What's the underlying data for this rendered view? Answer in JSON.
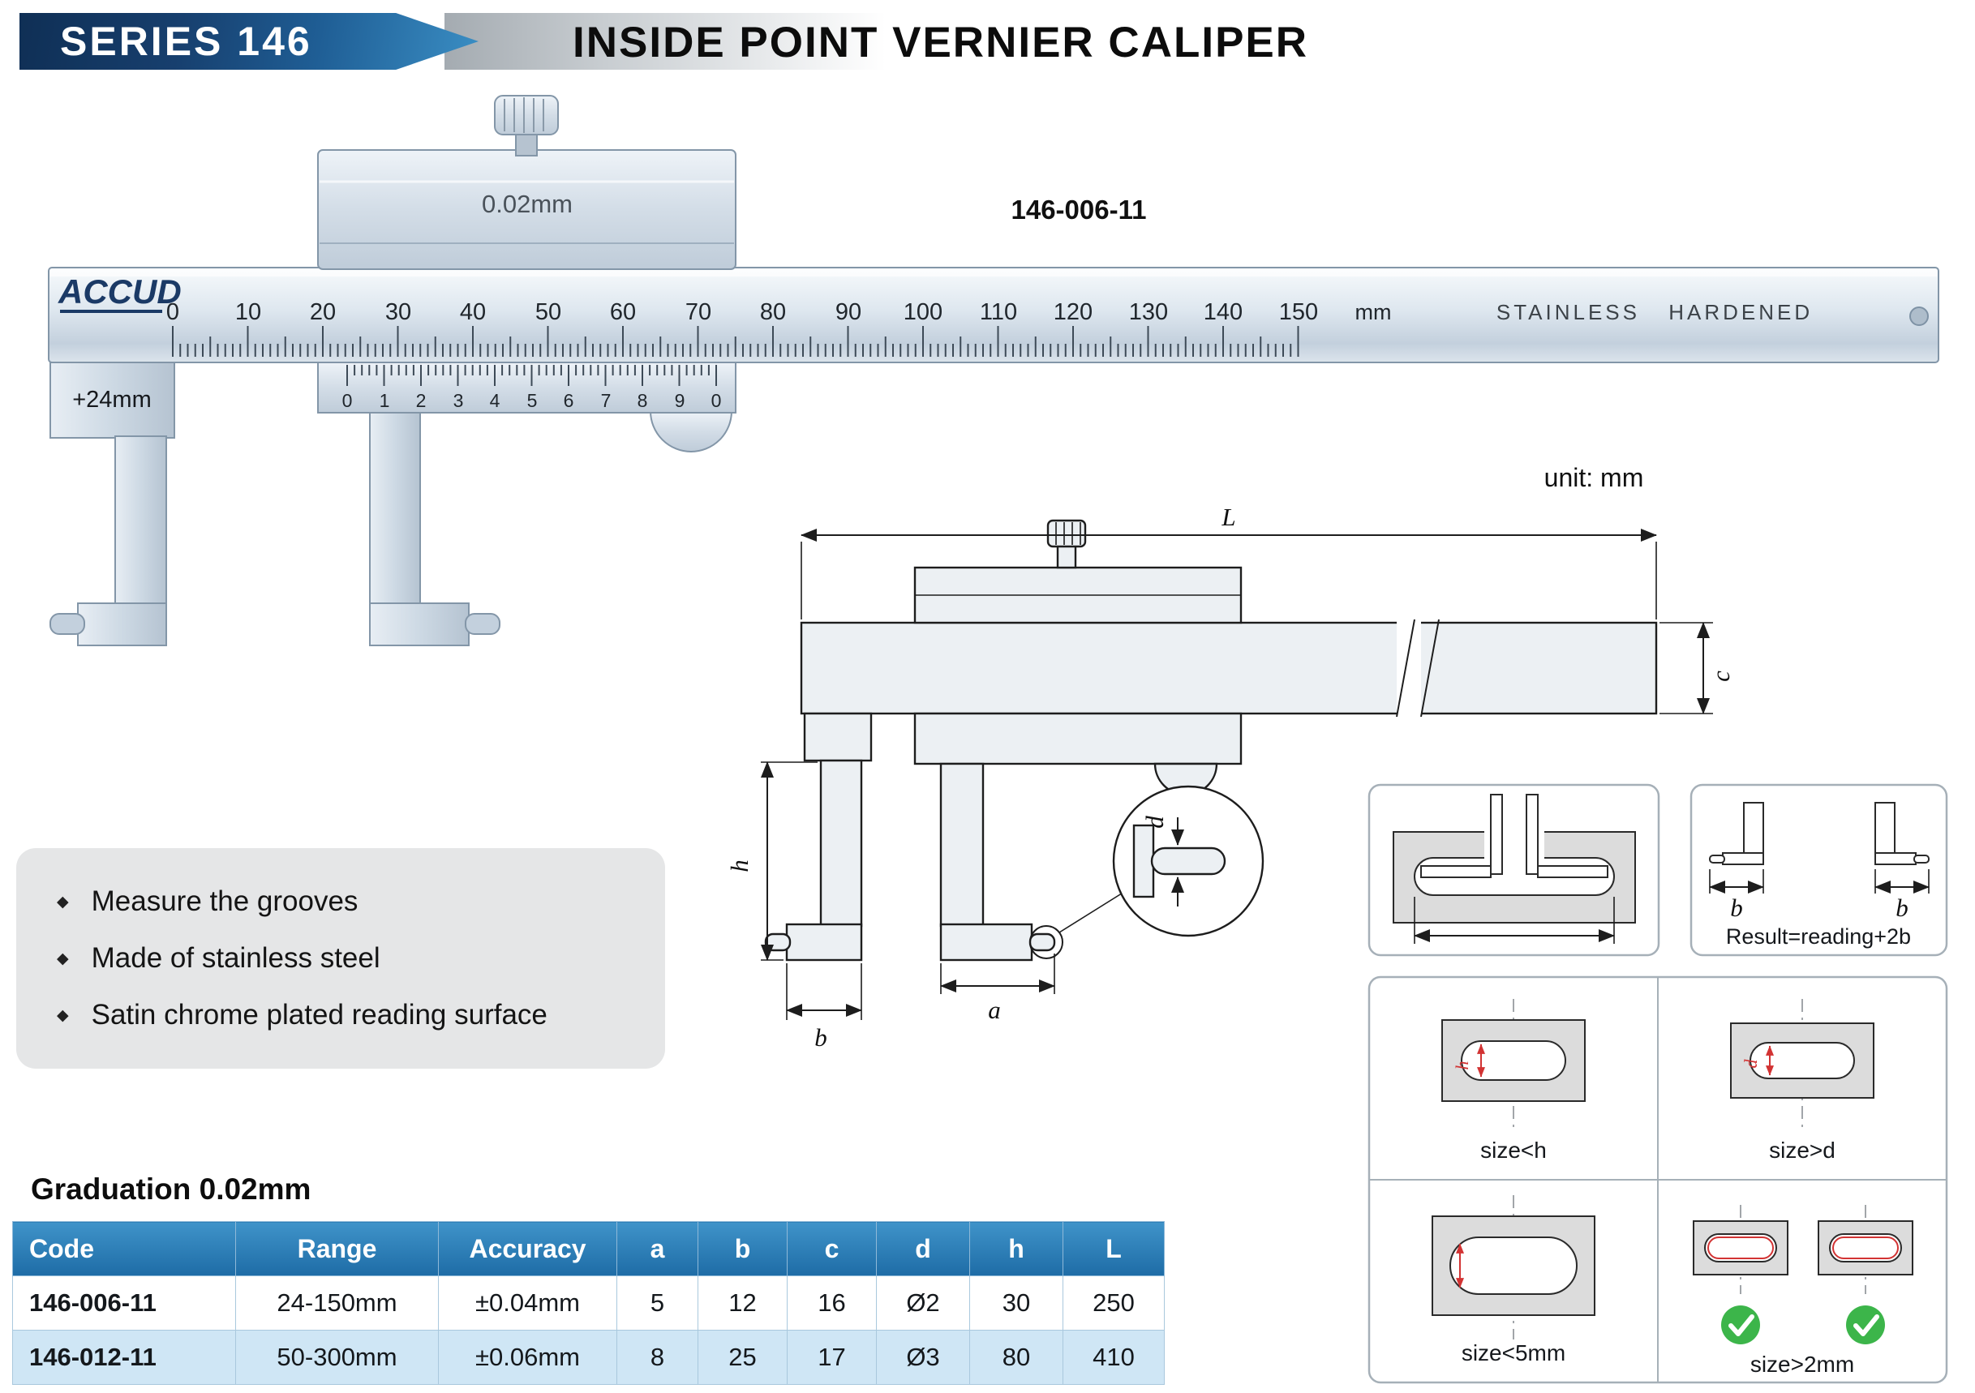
{
  "header": {
    "series": "SERIES 146",
    "title": "INSIDE POINT VERNIER CALIPER"
  },
  "caliper": {
    "model": "146-006-11",
    "graduation": "0.02mm",
    "brand": "ACCUD",
    "jaw_offset": "+24mm",
    "unit": "mm",
    "finish": "STAINLESS HARDENED",
    "main_scale": [
      "0",
      "10",
      "20",
      "30",
      "40",
      "50",
      "60",
      "70",
      "80",
      "90",
      "100",
      "110",
      "120",
      "130",
      "140",
      "150"
    ],
    "vernier_scale": [
      "0",
      "1",
      "2",
      "3",
      "4",
      "5",
      "6",
      "7",
      "8",
      "9",
      "0"
    ]
  },
  "drawing": {
    "unit_note": "unit: mm",
    "dim_L": "L",
    "dim_c": "c",
    "dim_h": "h",
    "dim_a": "a",
    "dim_b": "b",
    "dim_d": "d"
  },
  "usage": {
    "result_note": "Result=reading+2b",
    "b_left": "b",
    "b_right": "b",
    "size_h": "size<h",
    "size_d": "size>d",
    "size_5": "size<5mm",
    "size_2": "size>2mm"
  },
  "features": {
    "bullet": "◆",
    "items": [
      "Measure the grooves",
      "Made of stainless steel",
      "Satin chrome plated reading surface"
    ]
  },
  "spec": {
    "graduation_heading": "Graduation 0.02mm",
    "headers": [
      "Code",
      "Range",
      "Accuracy",
      "a",
      "b",
      "c",
      "d",
      "h",
      "L"
    ],
    "rows": [
      [
        "146-006-11",
        "24-150mm",
        "±0.04mm",
        "5",
        "12",
        "16",
        "Ø2",
        "30",
        "250"
      ],
      [
        "146-012-11",
        "50-300mm",
        "±0.06mm",
        "8",
        "25",
        "17",
        "Ø3",
        "80",
        "410"
      ]
    ]
  },
  "colors": {
    "banner_dark": "#0f2f55",
    "banner_light": "#3a8ec4",
    "table_header": "#2779bd",
    "row_alt": "#cfe6f5",
    "check_green": "#3cb54a",
    "dim_red": "#d23333"
  }
}
